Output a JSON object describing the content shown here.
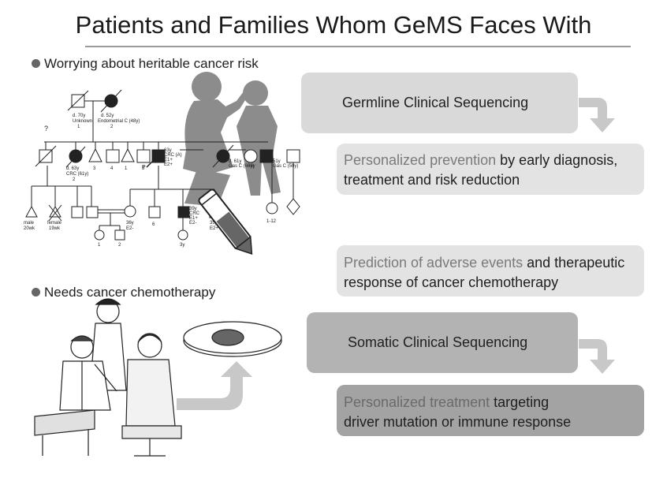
{
  "title": "Patients and Families Whom GeMS Faces With",
  "bullets": {
    "heritable": "Worrying about heritable cancer risk",
    "chemo": "Needs cancer chemotherapy"
  },
  "boxes": {
    "germline": "Germline Clinical Sequencing",
    "prevention_hl": "Personalized prevention",
    "prevention_rest1": " by early diagnosis,",
    "prevention_rest2": "treatment and risk reduction",
    "adverse_hl": "Prediction of adverse events",
    "adverse_rest1": " and therapeutic",
    "adverse_rest2": "response of cancer chemotherapy",
    "somatic": "Somatic Clinical Sequencing",
    "treatment_hl": "Personalized treatment",
    "treatment_rest1": " targeting",
    "treatment_rest2": "driver mutation or immune response"
  },
  "pedigree_labels": {
    "gp1": "d. 70y",
    "gp1b": "Unknown",
    "gp1n": "1",
    "gp2": "d. 52y",
    "gp2b": "Endometrial C (48y)",
    "gp2n": "2",
    "q": "?",
    "m1": "d. 63y",
    "m1b": "CRC (61y)",
    "m1n": "2",
    "n3": "3",
    "n4": "4",
    "n1": "1",
    "n5": "5",
    "pro": "63y",
    "prob": "CRC (A)",
    "proc": "E1+",
    "prod": "E2+",
    "p": "P",
    "r1": "d. 61y",
    "r1b": "Gas C (60y)",
    "r2": "56y",
    "r3": "51y",
    "r3b": "Gas C (50y)",
    "male": "male",
    "male20": "20wk",
    "female": "female",
    "female19": "19wk",
    "c1": "36y",
    "c1b": "E2-",
    "c2": "6",
    "c3": "39y",
    "c3b": "CRC",
    "c3c": "E1+",
    "c3d": "E2-",
    "c4": "35y",
    "c4b": "E2+",
    "c5": "1-12",
    "g1": "1",
    "g2": "2",
    "g3": "3y"
  },
  "colors": {
    "box_light": "#d9d9d9",
    "box_mid": "#b3b3b3",
    "box_dark": "#a3a3a3",
    "arrow": "#c8c8c8",
    "silhouette": "#8c8c8c"
  }
}
